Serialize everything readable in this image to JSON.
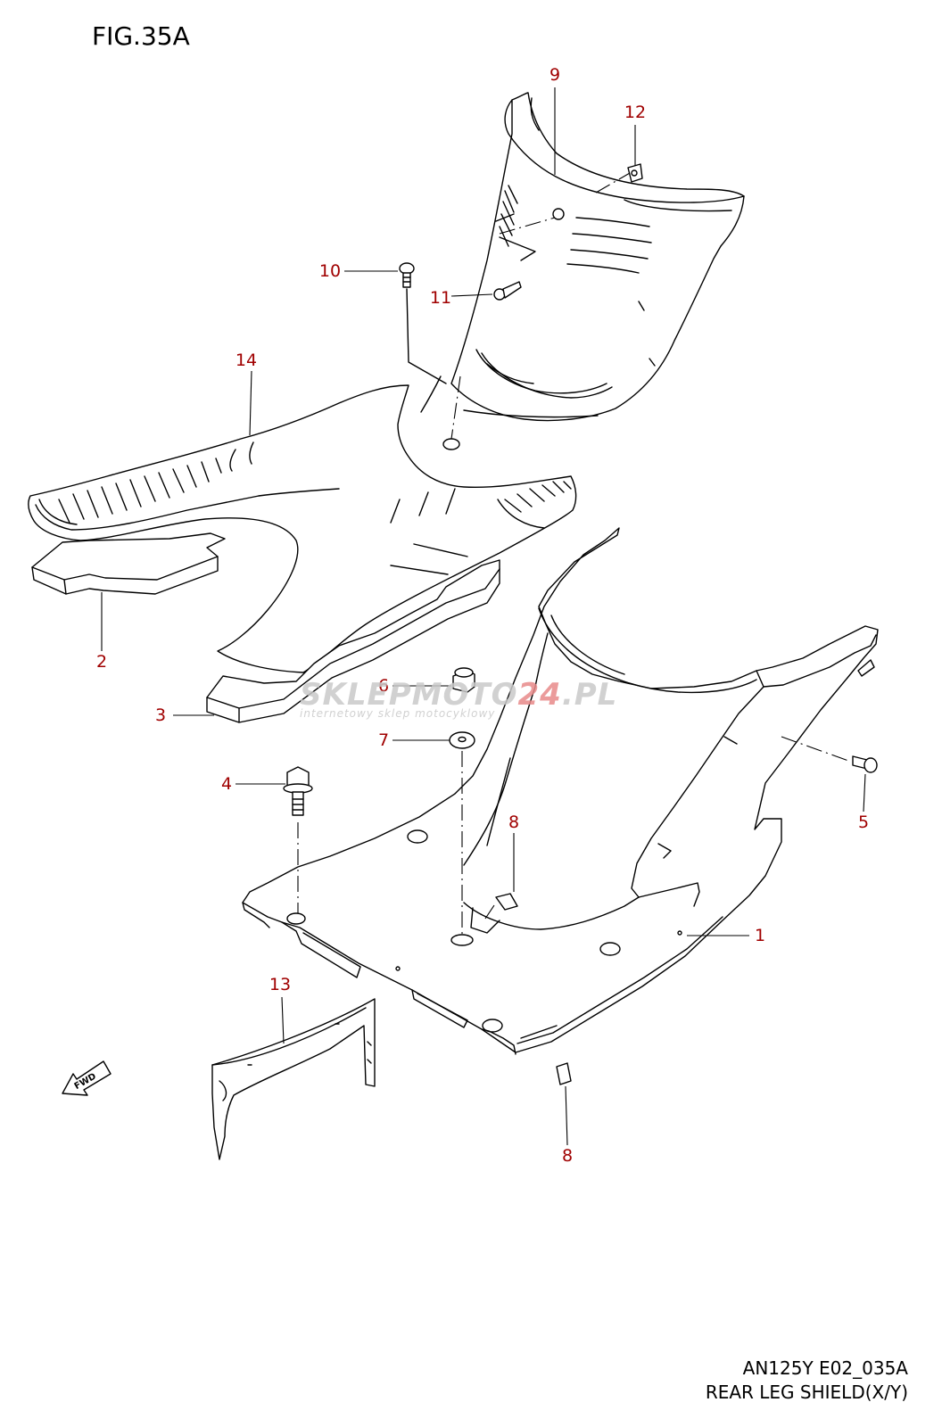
{
  "figure": {
    "title": "FIG.35A"
  },
  "footer": {
    "model_code": "AN125Y E02_035A",
    "description": "REAR LEG SHIELD(X/Y)"
  },
  "watermark": {
    "brand_prefix": "SKLEPMOTO",
    "brand_highlight": "24",
    "brand_suffix": ".PL",
    "tagline": "internetowy sklep motocyklowy",
    "highlight_color": "#e88a8a"
  },
  "callout_color": "#a00000",
  "callouts": [
    {
      "id": "c1",
      "label": "1"
    },
    {
      "id": "c2",
      "label": "2"
    },
    {
      "id": "c3",
      "label": "3"
    },
    {
      "id": "c4",
      "label": "4"
    },
    {
      "id": "c5",
      "label": "5"
    },
    {
      "id": "c6",
      "label": "6"
    },
    {
      "id": "c7",
      "label": "7"
    },
    {
      "id": "c8a",
      "label": "8"
    },
    {
      "id": "c8b",
      "label": "8"
    },
    {
      "id": "c9",
      "label": "9"
    },
    {
      "id": "c10",
      "label": "10"
    },
    {
      "id": "c11",
      "label": "11"
    },
    {
      "id": "c12",
      "label": "12"
    },
    {
      "id": "c13",
      "label": "13"
    },
    {
      "id": "c14",
      "label": "14"
    }
  ],
  "fwd_label": "FWD"
}
